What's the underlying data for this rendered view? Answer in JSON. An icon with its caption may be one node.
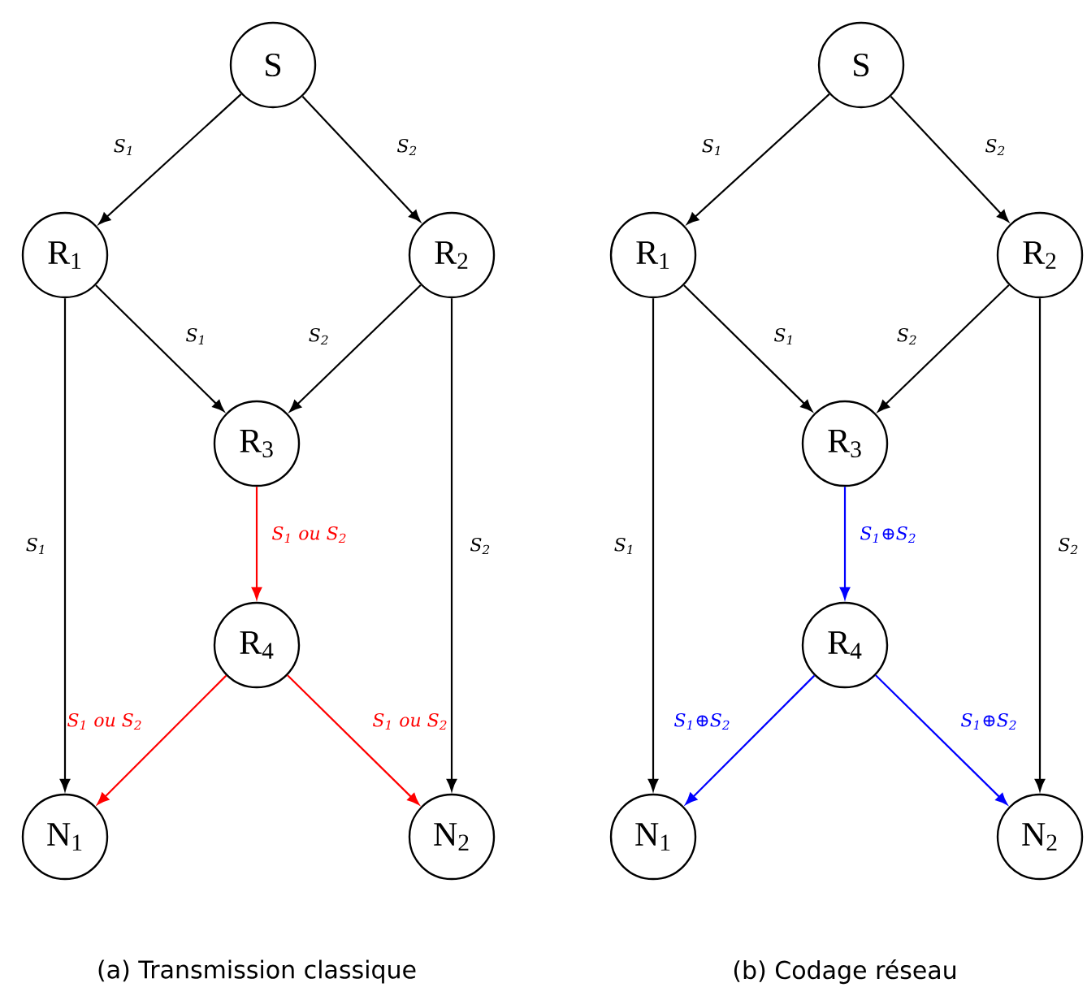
{
  "diagram": {
    "nodes": [
      {
        "text": [
          "S"
        ]
      },
      {
        "text": [
          "R$_{1}$"
        ]
      },
      {
        "text": [
          "R$_{2}$"
        ]
      },
      {
        "text": [
          "R$_{3}$"
        ]
      },
      {
        "text": [
          "R$_{4}$"
        ]
      },
      {
        "text": [
          "N$_{1}$"
        ]
      },
      {
        "text": [
          "N$_{2}$"
        ]
      },
      {
        "text": [
          "S"
        ]
      },
      {
        "text": [
          "R$_{1}$"
        ]
      },
      {
        "text": [
          "R$_{2}$"
        ]
      },
      {
        "text": [
          "R$_{3}$"
        ]
      },
      {
        "text": [
          "R$_{4}$"
        ]
      },
      {
        "text": [
          "N$_{1}$"
        ]
      },
      {
        "text": [
          "N$_{2}$"
        ]
      }
    ],
    "edges": [
      {
        "from": 0,
        "to": 1,
        "arrow": "to",
        "label": "S$_{1}$"
      },
      {
        "from": 0,
        "to": 2,
        "arrow": "to",
        "label": "S$_{2}$"
      },
      {
        "from": 1,
        "to": 3,
        "arrow": "to",
        "label": "S$_{1}$"
      },
      {
        "from": 2,
        "to": 3,
        "arrow": "to",
        "label": "S$_{2}$"
      },
      {
        "from": 1,
        "to": 5,
        "arrow": "to",
        "label": "S$_{1}$"
      },
      {
        "from": 2,
        "to": 6,
        "arrow": "to",
        "label": "S$_{2}$"
      },
      {
        "from": 3,
        "to": 4,
        "arrow": "to",
        "label": "S$_{1}$ ou S$_{2}$",
        "color": "#ff0000"
      },
      {
        "from": 4,
        "to": 5,
        "arrow": "to",
        "label": "S$_{1}$ ou S$_{2}$",
        "color": "#ff0000"
      },
      {
        "from": 4,
        "to": 6,
        "arrow": "to",
        "label": "S$_{1}$ ou S$_{2}$",
        "color": "#ff0000"
      },
      {
        "from": 7,
        "to": 8,
        "arrow": "to",
        "label": "S$_{1}$"
      },
      {
        "from": 7,
        "to": 9,
        "arrow": "to",
        "label": "S$_{2}$"
      },
      {
        "from": 8,
        "to": 10,
        "arrow": "to",
        "label": "S$_{1}$"
      },
      {
        "from": 9,
        "to": 10,
        "arrow": "to",
        "label": "S$_{2}$"
      },
      {
        "from": 8,
        "to": 12,
        "arrow": "to",
        "label": "S$_{1}$"
      },
      {
        "from": 9,
        "to": 13,
        "arrow": "to",
        "label": "S$_{2}$"
      },
      {
        "from": 10,
        "to": 11,
        "arrow": "to",
        "label": "S$_{1}$⊕S$_{2}$",
        "color": "#0000ff"
      },
      {
        "from": 11,
        "to": 12,
        "arrow": "to",
        "label": "S$_{1}$⊕S$_{2}$",
        "color": "#0000ff"
      },
      {
        "from": 11,
        "to": 13,
        "arrow": "to",
        "label": "S$_{1}$⊕S$_{2}$",
        "color": "#0000ff"
      }
    ],
    "labels": [
      "(a) Transmission classique",
      "(b) Codage réseau"
    ]
  }
}
